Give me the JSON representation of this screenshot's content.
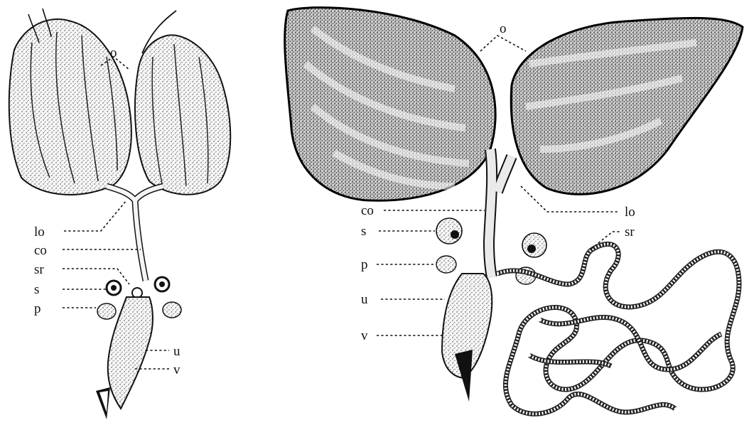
{
  "figure": {
    "left_panel": {
      "labels": {
        "o": "o",
        "lo": "lo",
        "co": "co",
        "sr": "sr",
        "s": "s",
        "p": "p",
        "u": "u",
        "v": "v"
      }
    },
    "right_panel": {
      "labels": {
        "o": "o",
        "co": "co",
        "lo": "lo",
        "s": "s",
        "sr": "sr",
        "p": "p",
        "u": "u",
        "v": "v"
      }
    }
  }
}
